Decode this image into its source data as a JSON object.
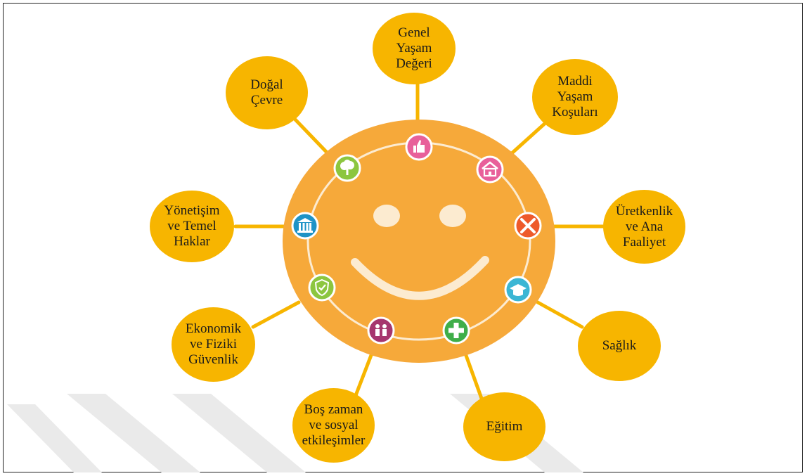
{
  "diagram": {
    "colors": {
      "node_fill": "#F7B500",
      "connector": "#F7B500",
      "face_fill": "#F6A93A",
      "face_features": "#FCEBD0",
      "watermark": "#E9E9E9"
    },
    "nodes": {
      "genel": "Genel\nYaşam\nDeğeri",
      "maddi": "Maddi\nYaşam\nKoşuları",
      "uretkenlik": "Üretkenlik\nve Ana\nFaaliyet",
      "saglik": "Sağlık",
      "egitim": "Eğitim",
      "bos_zaman": "Boş zaman\nve sosyal\netkileşimler",
      "ekonomik": "Ekonomik\nve Fiziki\nGüvenlik",
      "yonetisim": "Yönetişim\nve Temel\nHaklar",
      "dogal": "Doğal\nÇevre"
    },
    "icons": [
      {
        "name": "thumbs-up-icon",
        "color": "#E8609A"
      },
      {
        "name": "house-icon",
        "color": "#E8609A"
      },
      {
        "name": "tools-icon",
        "color": "#EE5A2B"
      },
      {
        "name": "graduation-cap-icon",
        "color": "#3BB6D4"
      },
      {
        "name": "plus-cross-icon",
        "color": "#3FAE49"
      },
      {
        "name": "people-icon",
        "color": "#A6366E"
      },
      {
        "name": "shield-check-icon",
        "color": "#8CC63F"
      },
      {
        "name": "government-building-icon",
        "color": "#1E93C6"
      },
      {
        "name": "tree-icon",
        "color": "#8CC63F"
      }
    ]
  }
}
